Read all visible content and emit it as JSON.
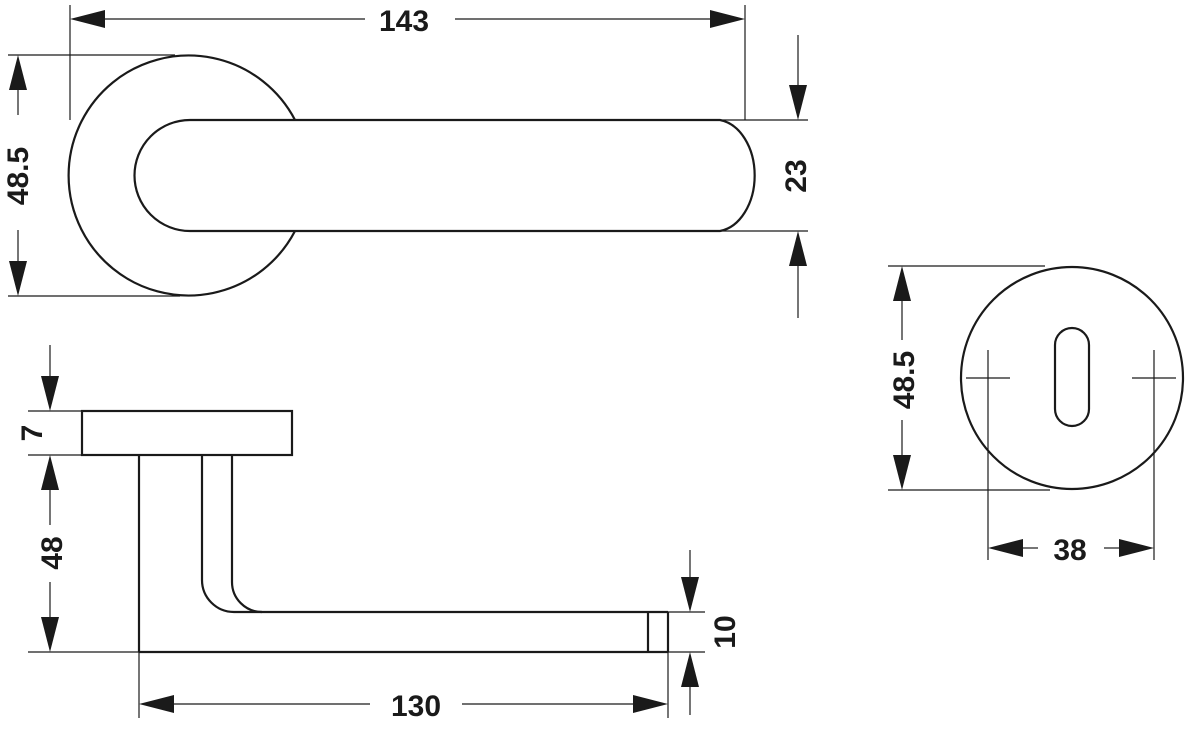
{
  "front_view": {
    "overall_length": "143",
    "rose_diameter": "48.5",
    "lever_height": "23"
  },
  "side_view": {
    "rose_thickness": "7",
    "projection": "48",
    "lever_length": "130",
    "lever_thickness": "10"
  },
  "escutcheon": {
    "diameter": "48.5",
    "hole_spacing": "38"
  }
}
